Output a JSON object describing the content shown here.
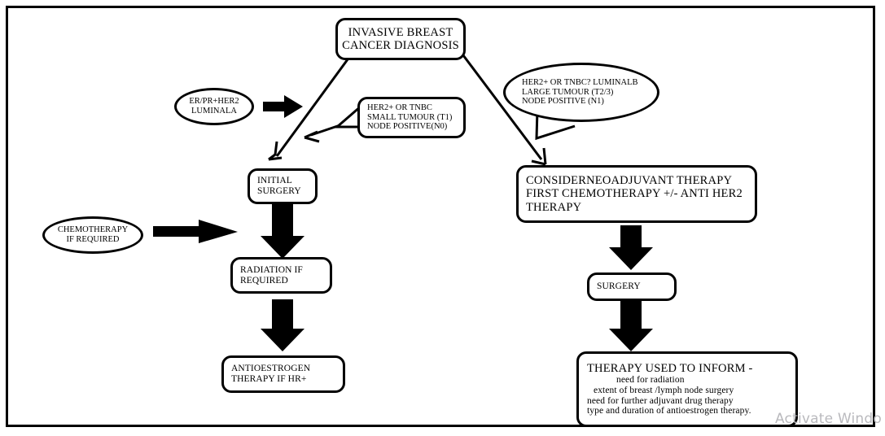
{
  "diagram": {
    "title": "Breast cancer treatment pathway flowchart",
    "watermark": "Activate Windo",
    "nodes": {
      "diagnosis": {
        "name": "invasive-breast-cancer-diagnosis",
        "lines": [
          "INVASIVE BREAST",
          "CANCER DIAGNOSIS"
        ]
      },
      "luminal_a": {
        "name": "er-pr-her2-luminala",
        "lines": [
          "ER/PR+HER2",
          "LUMINALA"
        ]
      },
      "her2_small": {
        "name": "her2-tnbc-small-tumour",
        "lines": [
          "HER2+ OR TNBC",
          "SMALL TUMOUR (T1)",
          "NODE POSITIVE(N0)"
        ]
      },
      "her2_large": {
        "name": "her2-tnbc-luminalb-large-tumour",
        "lines": [
          "HER2+ OR TNBC? LUMINALB",
          "LARGE TUMOUR (T2/3)",
          "NODE POSITIVE (N1)"
        ]
      },
      "initial_surgery": {
        "name": "initial-surgery",
        "lines": [
          "INITIAL",
          "SURGERY"
        ]
      },
      "chemo_if_required": {
        "name": "chemotherapy-if-required",
        "lines": [
          "CHEMOTHERAPY",
          "IF REQUIRED"
        ]
      },
      "radiation": {
        "name": "radiation-if-required",
        "lines": [
          "RADIATION IF",
          "REQUIRED"
        ]
      },
      "antioestrogen": {
        "name": "antioestrogen-therapy-if-hr-positive",
        "lines": [
          "ANTIOESTROGEN",
          "THERAPY IF HR+"
        ]
      },
      "neoadjuvant": {
        "name": "consider-neoadjuvant-therapy",
        "lines": [
          "CONSIDERNEOADJUVANT THERAPY",
          "FIRST CHEMOTHERAPY +/- ANTI HER2",
          "THERAPY"
        ]
      },
      "surgery": {
        "name": "surgery",
        "lines": [
          "SURGERY"
        ]
      },
      "therapy_used": {
        "name": "therapy-used-to-inform",
        "heading": "THERAPY USED TO INFORM -",
        "lines": [
          "need for radiation",
          "extent of breast /lymph node surgery",
          "need for further adjuvant drug therapy",
          "type and duration of antioestrogen therapy."
        ]
      }
    },
    "colors": {
      "stroke": "#000000",
      "fill": "#ffffff",
      "watermark": "#b9b9bd"
    }
  }
}
